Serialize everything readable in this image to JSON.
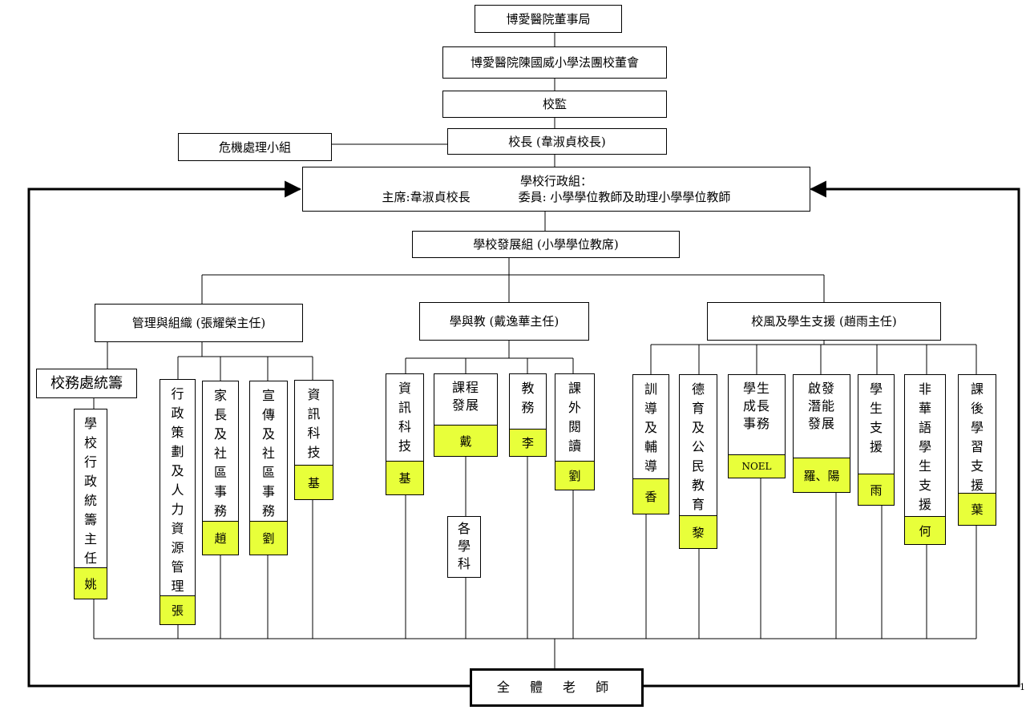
{
  "hospital_board": "博愛醫院董事局",
  "school_board": "博愛醫院陳國威小學法團校董會",
  "supervisor": "校監",
  "principal": "校長 (韋淑貞校長)",
  "crisis_team": "危機處理小組",
  "admin_group": {
    "title": "學校行政組：",
    "chair": "主席:韋淑貞校長",
    "members": "委員: 小學學位教師及助理小學學位教師"
  },
  "development_group": "學校發展組 (小學學位教席)",
  "departments": {
    "management": {
      "title": "管理與組織 (張耀榮主任)",
      "school_office": "校務處統籌",
      "units": [
        {
          "label": "學校行政統籌主任",
          "tag": "姚"
        },
        {
          "label": "行政策劃及人力資源管理",
          "tag": "張"
        },
        {
          "label": "家長及社區事務",
          "tag": "趙"
        },
        {
          "label": "宣傳及社區事務",
          "tag": "劉"
        },
        {
          "label": "資訊科技",
          "tag": "基"
        }
      ]
    },
    "teaching": {
      "title": "學與教 (戴逸華主任)",
      "units": [
        {
          "label": "資訊科技",
          "tag": "基"
        },
        {
          "label": "課程發展",
          "tag": "戴"
        },
        {
          "label": "教務",
          "tag": "李"
        },
        {
          "label": "課外閱讀",
          "tag": "劉"
        }
      ],
      "subjects": "各學科"
    },
    "support": {
      "title": "校風及學生支援 (趙雨主任)",
      "units": [
        {
          "label": "訓導及輔導",
          "tag": "香"
        },
        {
          "label": "德育及公民教育",
          "tag": "黎"
        },
        {
          "label": "學生成長事務",
          "tag": "NOEL"
        },
        {
          "label": "啟發潛能發展",
          "tag": "羅、陽"
        },
        {
          "label": "學生支援",
          "tag": "雨"
        },
        {
          "label": "非華語學生支援",
          "tag": "何"
        },
        {
          "label": "課後學習支援",
          "tag": "葉"
        }
      ]
    }
  },
  "all_teachers": "全 體 老 師",
  "page_number": "1"
}
